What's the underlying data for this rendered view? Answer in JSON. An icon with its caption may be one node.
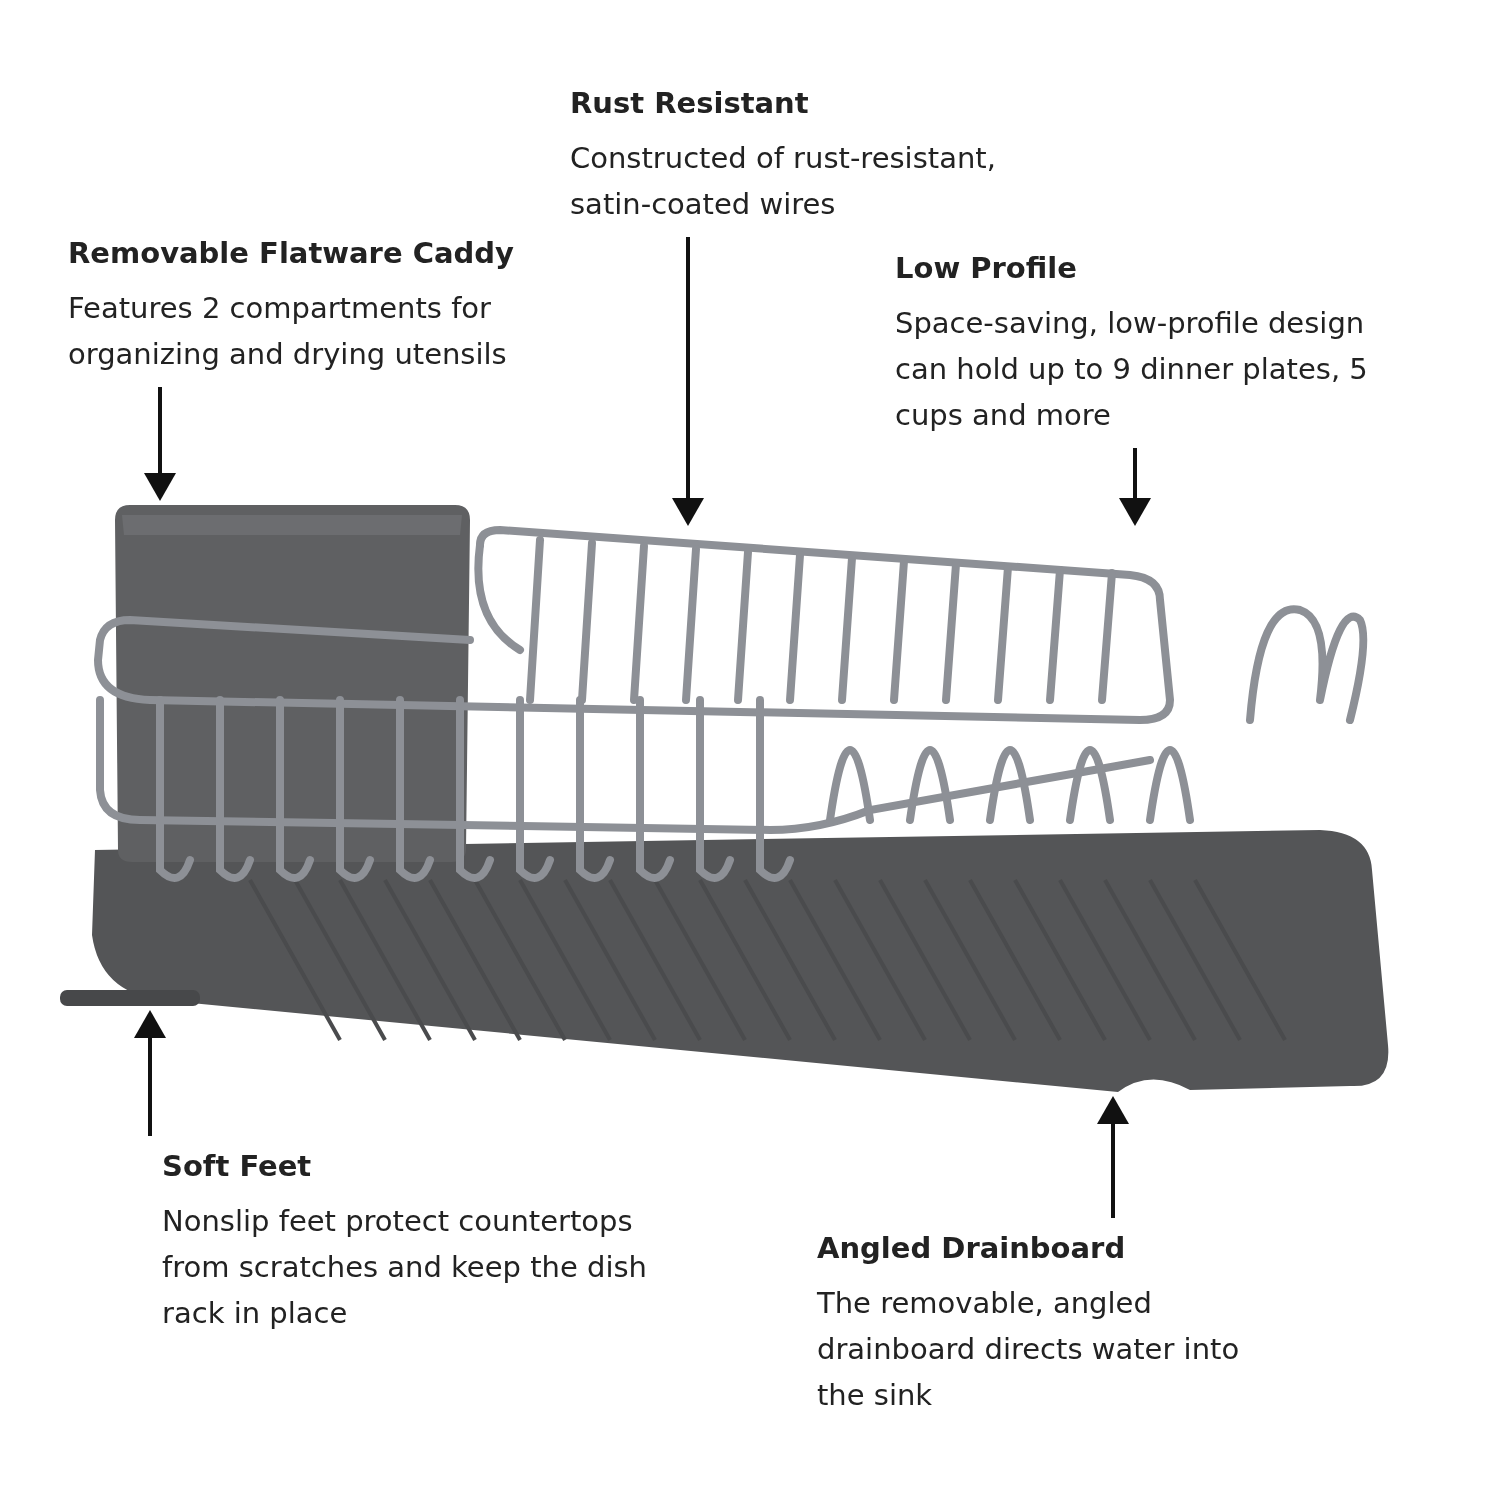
{
  "diagram": {
    "nodes": [
      {
        "text": [
          "Removable Flatware Caddy",
          "Features 2 compartments for organizing and drying utensils"
        ]
      },
      {
        "text": [
          "Rust Resistant",
          "Constructed of rust-resistant, satin-coated wires"
        ]
      },
      {
        "text": [
          "Low Profile",
          "Space-saving, low-profile design can hold up to 9 dinner plates, 5 cups and more"
        ]
      },
      {
        "text": [
          "Soft Feet",
          "Nonslip feet protect countertops from scratches and keep the dish rack in place"
        ]
      },
      {
        "text": [
          "Angled Drainboard",
          "The removable, angled drainboard directs water into the sink"
        ]
      },
      {
        "text": [],
        "shape": "box"
      },
      {
        "text": [],
        "shape": "picture"
      },
      {
        "text": [],
        "shape": "bar"
      },
      {
        "text": [],
        "shape": "picture"
      }
    ],
    "edges": [
      {
        "from": 0,
        "to": 5,
        "arrow": "to"
      },
      {
        "from": 1,
        "to": 6,
        "arrow": "to"
      },
      {
        "from": 2,
        "to": 6,
        "arrow": "to"
      },
      {
        "from": 3,
        "to": 7,
        "arrow": "to"
      },
      {
        "from": 4,
        "to": 8,
        "arrow": "to"
      }
    ]
  }
}
